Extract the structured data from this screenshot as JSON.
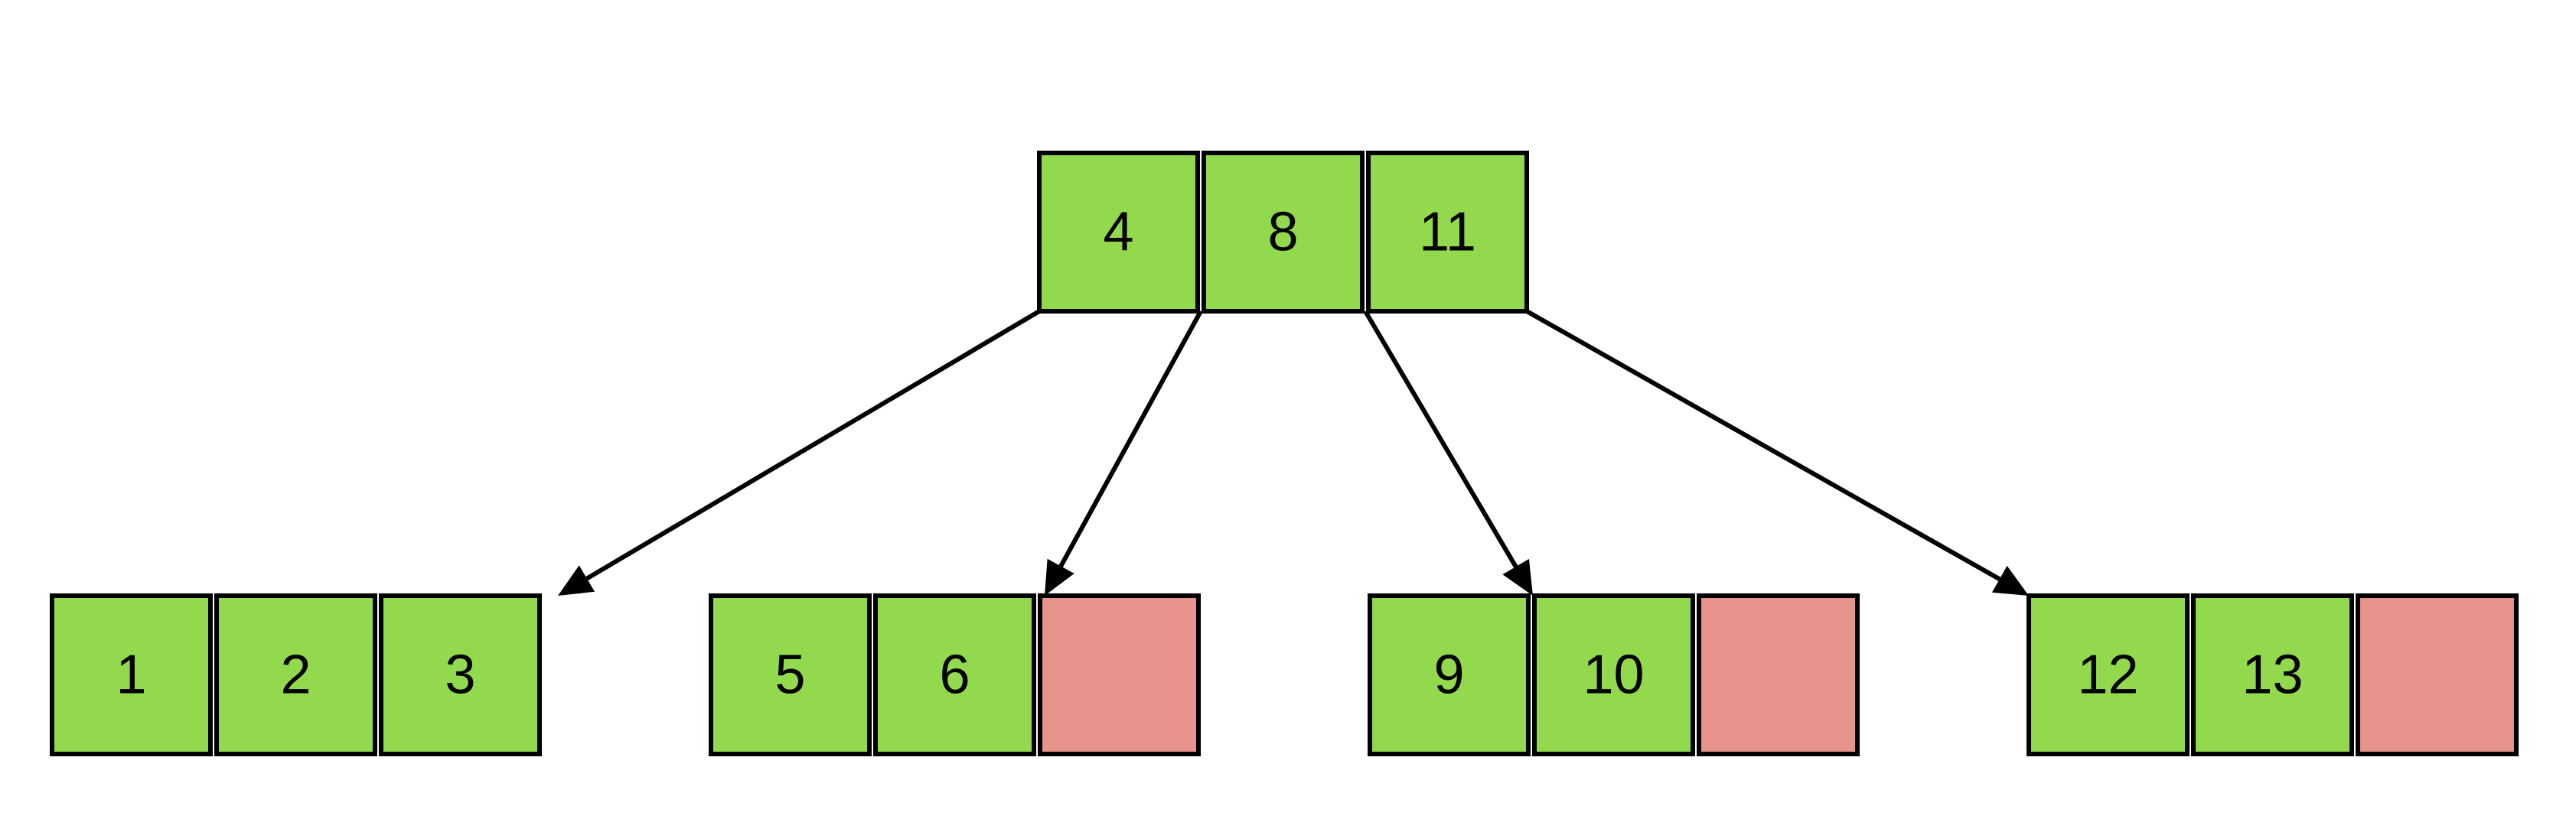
{
  "colors": {
    "key_fill": "#92D94E",
    "empty_fill": "#E6938B",
    "stroke": "#000000",
    "background": "#ffffff"
  },
  "nodes": [
    {
      "id": "root",
      "cells": [
        {
          "value": "4",
          "empty": false
        },
        {
          "value": "8",
          "empty": false
        },
        {
          "value": "11",
          "empty": false
        }
      ]
    },
    {
      "id": "child-1",
      "cells": [
        {
          "value": "1",
          "empty": false
        },
        {
          "value": "2",
          "empty": false
        },
        {
          "value": "3",
          "empty": false
        }
      ]
    },
    {
      "id": "child-2",
      "cells": [
        {
          "value": "5",
          "empty": false
        },
        {
          "value": "6",
          "empty": false
        },
        {
          "value": "",
          "empty": true
        }
      ]
    },
    {
      "id": "child-3",
      "cells": [
        {
          "value": "9",
          "empty": false
        },
        {
          "value": "10",
          "empty": false
        },
        {
          "value": "",
          "empty": true
        }
      ]
    },
    {
      "id": "child-4",
      "cells": [
        {
          "value": "12",
          "empty": false
        },
        {
          "value": "13",
          "empty": false
        },
        {
          "value": "",
          "empty": true
        }
      ]
    }
  ],
  "edges": [
    {
      "from": "root",
      "to": "child-1"
    },
    {
      "from": "root",
      "to": "child-2"
    },
    {
      "from": "root",
      "to": "child-3"
    },
    {
      "from": "root",
      "to": "child-4"
    }
  ]
}
